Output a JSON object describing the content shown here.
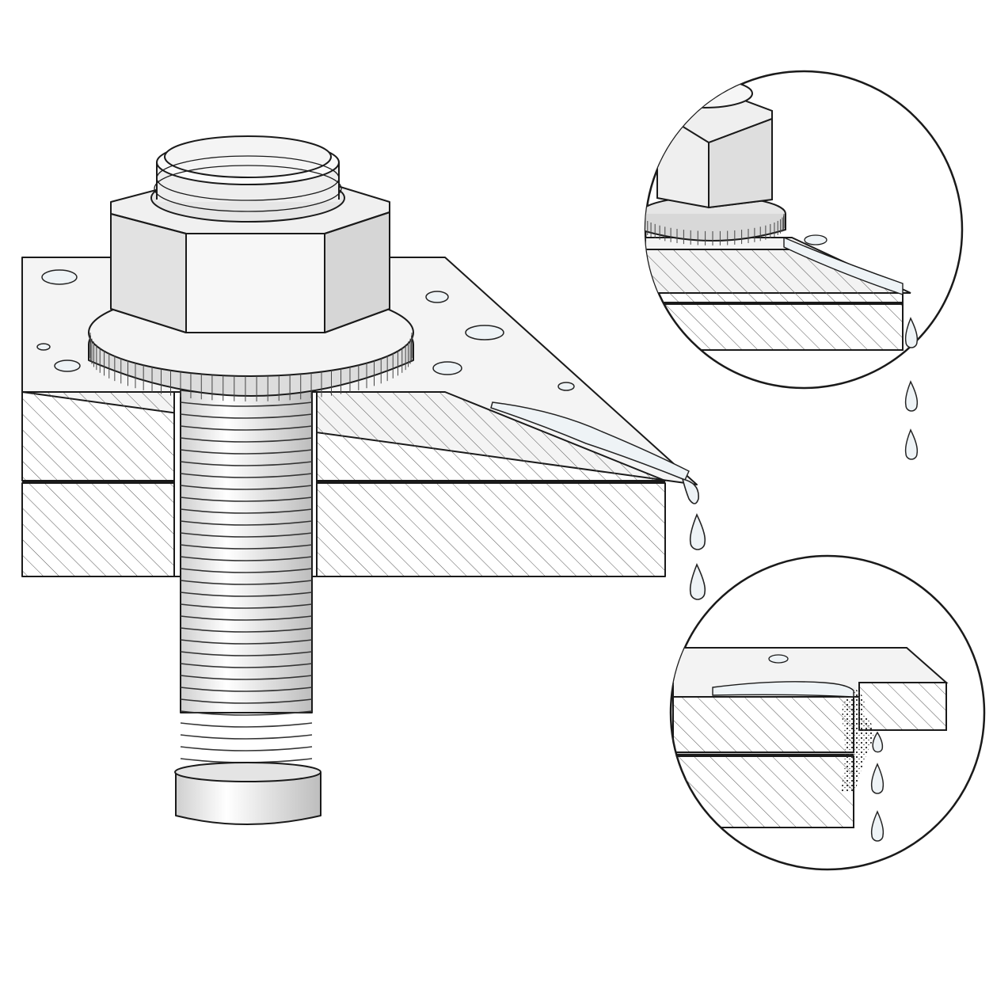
{
  "illustration": {
    "subject": "bolt-and-nut-through-two-plates",
    "components": [
      "hex-nut",
      "serrated-lock-washer",
      "threaded-bolt-shank",
      "upper-plate",
      "lower-plate",
      "water-drops"
    ],
    "detail_views": [
      "washer-edge-detail",
      "plate-edge-corrosion-detail"
    ],
    "colors": {
      "line": "#1a1a1a",
      "paper": "#ffffff",
      "surface": "#f2f2f2",
      "shade": "#d9d9d9",
      "water": "#e9eef2"
    }
  }
}
